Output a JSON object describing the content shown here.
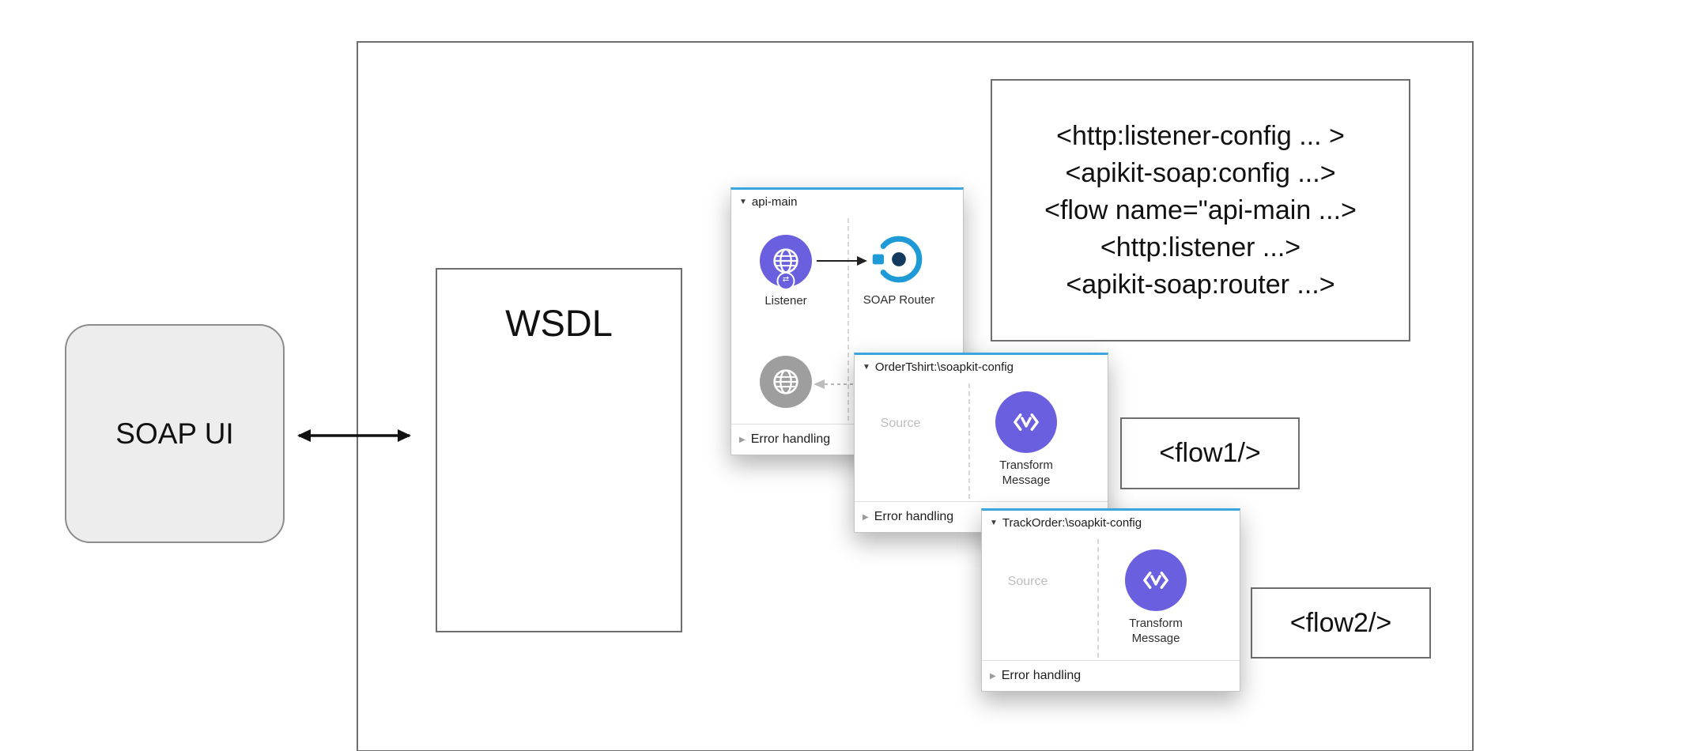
{
  "soap_ui": {
    "label": "SOAP UI"
  },
  "wsdl": {
    "label": "WSDL"
  },
  "code_box": {
    "lines": [
      "<http:listener-config ... >",
      "<apikit-soap:config ...>",
      "<flow name=\"api-main ...>",
      "<http:listener ...>",
      "<apikit-soap:router ...>"
    ]
  },
  "flow_refs": {
    "flow1": "<flow1/>",
    "flow2": "<flow2/>"
  },
  "panels": {
    "api_main": {
      "title": "api-main",
      "listener_label": "Listener",
      "router_label": "SOAP Router",
      "error_handling_label": "Error handling"
    },
    "order_tshirt": {
      "title": "OrderTshirt:\\soapkit-config",
      "source_label": "Source",
      "transform_label": "Transform Message",
      "error_handling_label": "Error handling"
    },
    "track_order": {
      "title": "TrackOrder:\\soapkit-config",
      "source_label": "Source",
      "transform_label": "Transform Message",
      "error_handling_label": "Error handling"
    }
  },
  "icons": {
    "collapse_triangle": "▼",
    "expand_triangle": "▶",
    "exchange_badge": "⇄"
  },
  "colors": {
    "connector_purple": "#6a5fdf",
    "connector_gray": "#9e9e9e",
    "router_blue": "#1e9bd7",
    "router_navy": "#123a5e",
    "panel_accent_blue": "#3aa6dd",
    "border_gray": "#6f6f6f"
  }
}
